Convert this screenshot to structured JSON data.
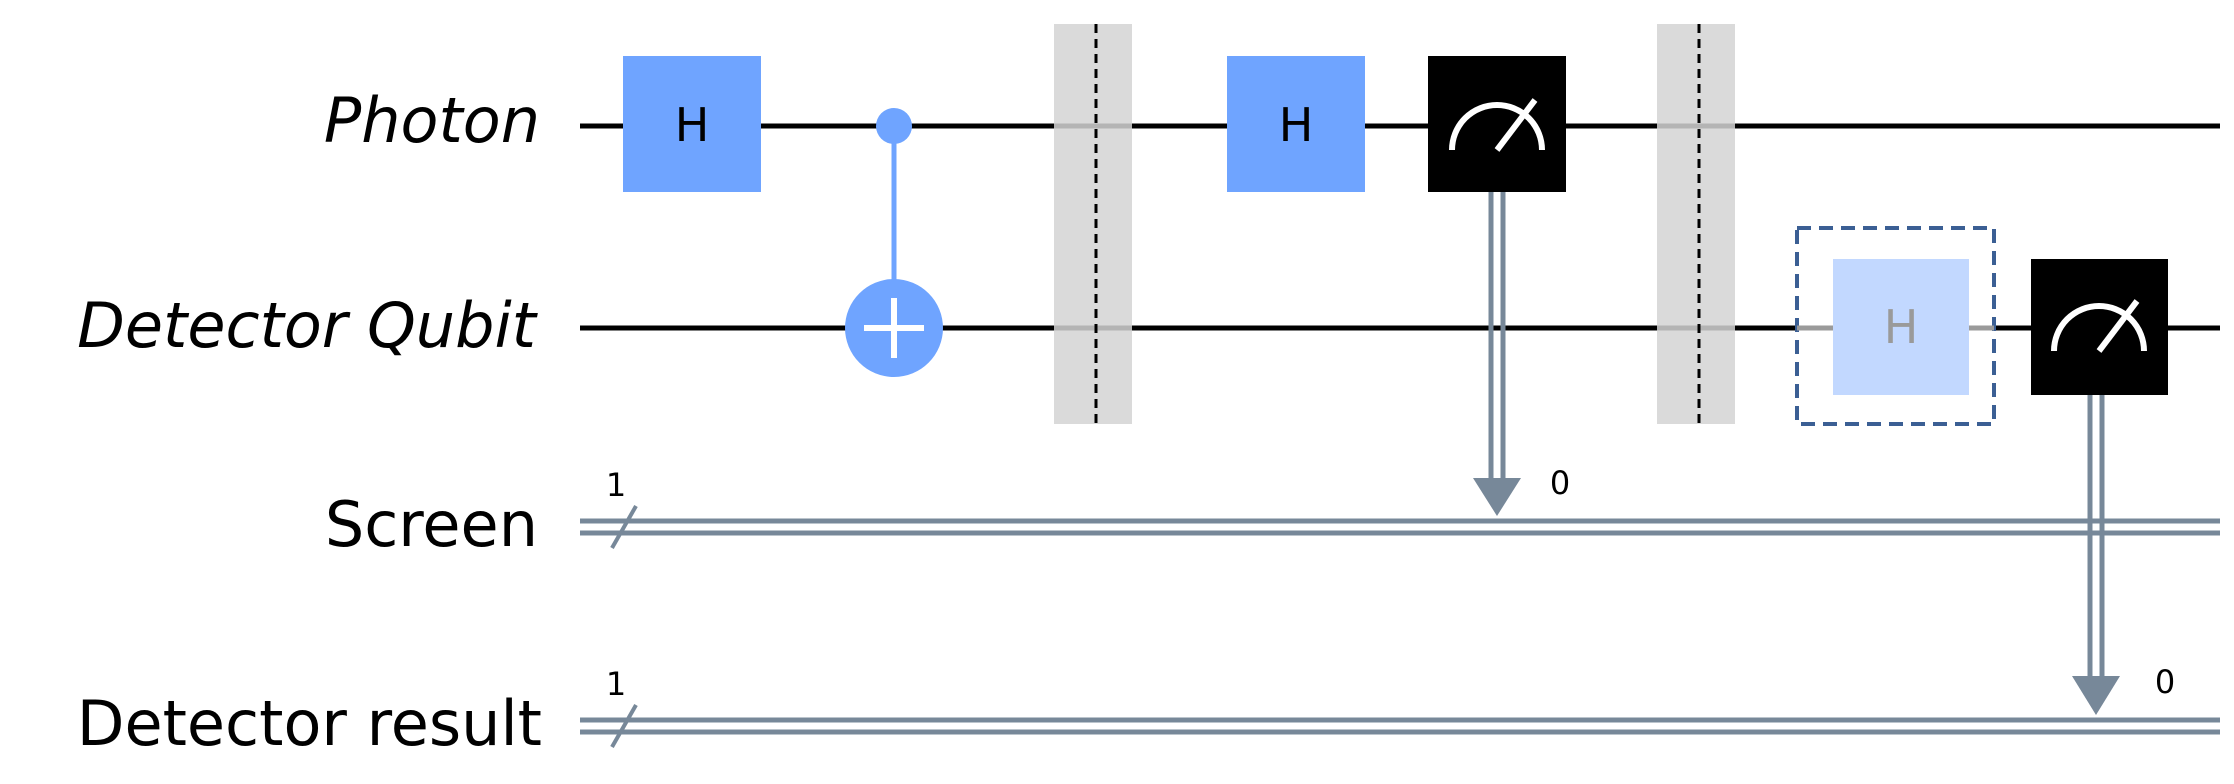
{
  "wires": {
    "photon": {
      "label": "Photon"
    },
    "detector_qubit": {
      "label": "Detector Qubit"
    },
    "screen": {
      "label": "Screen",
      "bus_width": "1"
    },
    "detector_result": {
      "label": "Detector result",
      "bus_width": "1"
    }
  },
  "gates": {
    "h_photon_1": {
      "label": "H"
    },
    "h_photon_2": {
      "label": "H"
    },
    "h_detector_ghost": {
      "label": "H"
    }
  },
  "measurements": {
    "photon_to_screen": {
      "target_bit": "0"
    },
    "detector_to_result": {
      "target_bit": "0"
    }
  },
  "colors": {
    "gate_fill": "#6fa4ff",
    "ghost_gate_fill": "#c2d8ff",
    "ghost_gate_text": "#9a9a9a",
    "ghost_outline": "#3b5f94",
    "barrier_fill": "#d4d4d4",
    "classical_wire": "#778899",
    "measure_fill": "#000000"
  },
  "icons": {
    "cnot_target": "plus-circle-icon",
    "measure": "meter-icon"
  }
}
